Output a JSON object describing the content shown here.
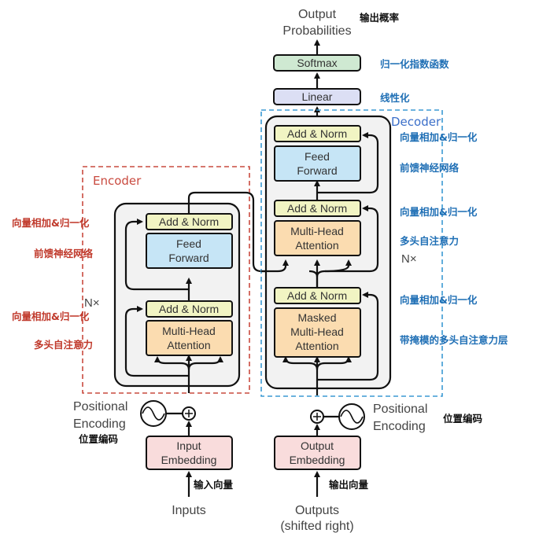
{
  "title": "Transformer Architecture (annotated)",
  "colors": {
    "encoder_accent": "#c94a3f",
    "decoder_accent": "#3b9ad4",
    "add_norm": "#f1f4c3",
    "feed_forward": "#c6e5f6",
    "attention": "#fbdcb0",
    "embedding": "#f9dcdc",
    "softmax": "#cfe9d2",
    "linear": "#dcdff4",
    "stack_bg": "#f2f2f2"
  },
  "top": {
    "output_probabilities": [
      "Output",
      "Probabilities"
    ],
    "output_probabilities_zh": "输出概率",
    "softmax": "Softmax",
    "softmax_zh": "归一化指数函数",
    "linear": "Linear",
    "linear_zh": "线性化"
  },
  "encoder": {
    "label": "Encoder",
    "nx": "N×",
    "add_norm_top": "Add & Norm",
    "feed_forward": [
      "Feed",
      "Forward"
    ],
    "add_norm_bottom": "Add & Norm",
    "attention": [
      "Multi-Head",
      "Attention"
    ],
    "annotations": {
      "add_norm_top": "向量相加&归一化",
      "feed_forward": "前馈神经网络",
      "add_norm_bottom": "向量相加&归一化",
      "attention": "多头自注意力"
    },
    "positional_encoding": [
      "Positional",
      "Encoding"
    ],
    "positional_encoding_zh": "位置编码",
    "embedding": [
      "Input",
      "Embedding"
    ],
    "input_zh": "输入向量",
    "input_label": "Inputs"
  },
  "decoder": {
    "label": "Decoder",
    "nx": "N×",
    "add_norm_top": "Add & Norm",
    "feed_forward": [
      "Feed",
      "Forward"
    ],
    "add_norm_mid": "Add & Norm",
    "attention": [
      "Multi-Head",
      "Attention"
    ],
    "add_norm_bottom": "Add & Norm",
    "masked_attention": [
      "Masked",
      "Multi-Head",
      "Attention"
    ],
    "annotations": {
      "add_norm_top": "向量相加&归一化",
      "feed_forward": "前馈神经网络",
      "add_norm_mid": "向量相加&归一化",
      "attention": "多头自注意力",
      "add_norm_bottom": "向量相加&归一化",
      "masked_attention": "带掩模的多头自注意力层"
    },
    "positional_encoding": [
      "Positional",
      "Encoding"
    ],
    "positional_encoding_zh": "位置编码",
    "embedding": [
      "Output",
      "Embedding"
    ],
    "output_zh": "输出向量",
    "output_label": [
      "Outputs",
      "(shifted right)"
    ]
  }
}
